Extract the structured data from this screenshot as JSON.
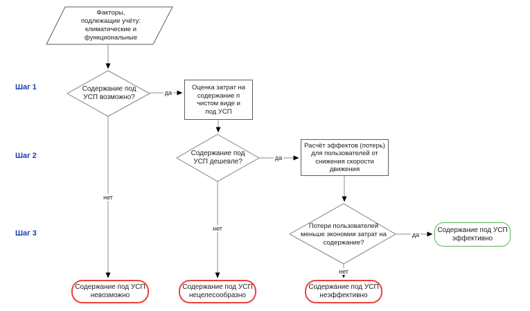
{
  "steps": [
    {
      "label": "Шаг 1"
    },
    {
      "label": "Шаг 2"
    },
    {
      "label": "Шаг 3"
    }
  ],
  "nodes": {
    "factors": {
      "type": "input-parallelogram",
      "text": "Факторы,\nподлежащие учёту:\nклиматические и\nфункциональные"
    },
    "decision1": {
      "type": "decision",
      "text": "Содержание под\nУСП возможно?"
    },
    "process1": {
      "type": "process",
      "text": "Оценка затрат на\nсодержание п\nчистом виде и\nпод УСП"
    },
    "decision2": {
      "type": "decision",
      "text": "Содержание под\nУСП дешевле?"
    },
    "process2": {
      "type": "process",
      "text": "Расчёт эффектов (потерь)\nдля пользователей от\nснижения скорости\nдвижения"
    },
    "decision3": {
      "type": "decision",
      "text": "Потери пользователей\nменьше экономии затрат на\nсодержание?"
    },
    "outcome_effective": {
      "type": "terminal",
      "text": "Содержание под УСП\nэффективно",
      "border_color": "#57b457"
    },
    "outcome_impossible": {
      "type": "terminal",
      "text": "Содержание под УСП\nневозможно",
      "border_color": "#ee4038"
    },
    "outcome_inexpedient": {
      "type": "terminal",
      "text": "Содержание под УСП\nнецелесообразно",
      "border_color": "#ee4038"
    },
    "outcome_ineffective": {
      "type": "terminal",
      "text": "Содержание под УСП\nнеэффективно",
      "border_color": "#ee4038"
    }
  },
  "edge_labels": {
    "yes1": "да",
    "yes2": "да",
    "yes3": "да",
    "no1": "нет",
    "no2": "нет",
    "no3": "нет"
  },
  "colors": {
    "step_label_blue": "#1a3cb1",
    "terminal_red": "#ee4038",
    "terminal_green": "#57b457",
    "shape_outline_grey": "#5b5b5b",
    "connector_grey": "#8c8c8c"
  }
}
